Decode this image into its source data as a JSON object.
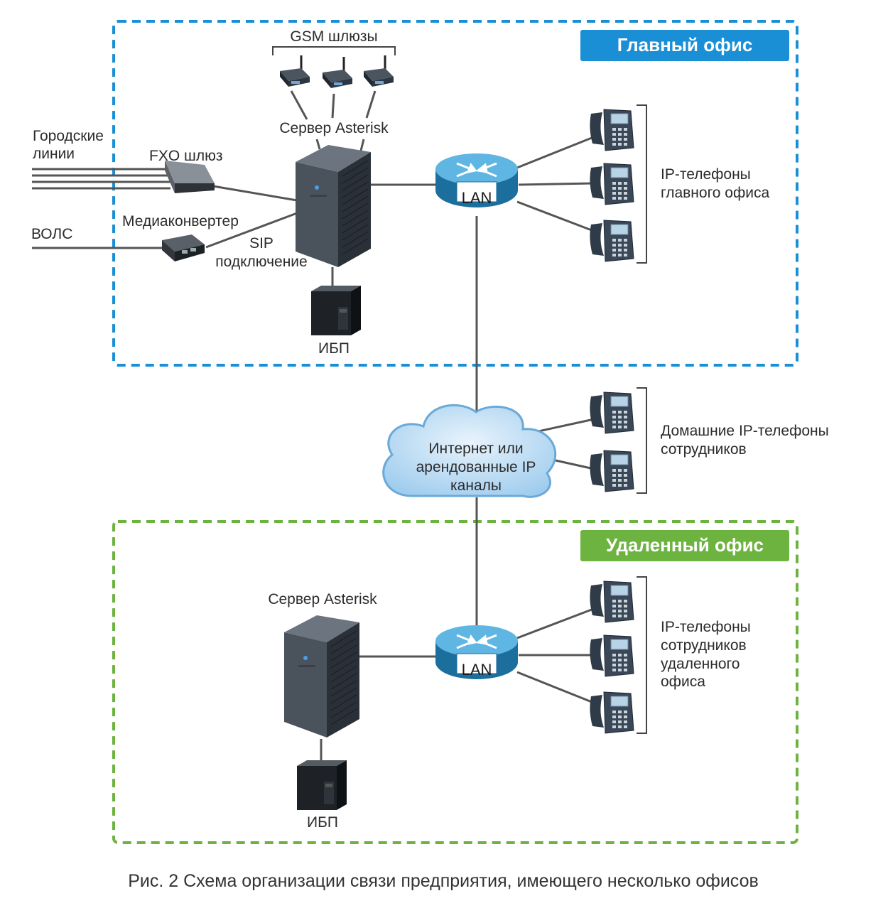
{
  "caption": "Рис. 2 Схема организации связи предприятия, имеющего несколько офисов",
  "main_office": {
    "title": "Главный офис",
    "color": "#1a8fd6",
    "gsm_label": "GSM шлюзы",
    "server_label": "Сервер Asterisk",
    "city_lines_label": [
      "Городские",
      "линии"
    ],
    "fxo_label": "FXO шлюз",
    "fiber_label": "ВОЛС",
    "media_converter_label": "Медиаконвертер",
    "sip_label": [
      "SIP",
      "подключение"
    ],
    "ups_label": "ИБП",
    "lan_label": "LAN",
    "phones_label": [
      "IP-телефоны",
      "главного офиса"
    ]
  },
  "internet": {
    "label": [
      "Интернет или",
      "арендованные IP",
      "каналы"
    ],
    "home_phones_label": [
      "Домашние IP-телефоны",
      "сотрудников"
    ]
  },
  "remote_office": {
    "title": "Удаленный офис",
    "color": "#6db33f",
    "server_label": "Сервер Asterisk",
    "ups_label": "ИБП",
    "lan_label": "LAN",
    "phones_label": [
      "IP-телефоны",
      "сотрудников",
      "удаленного",
      "офиса"
    ]
  }
}
